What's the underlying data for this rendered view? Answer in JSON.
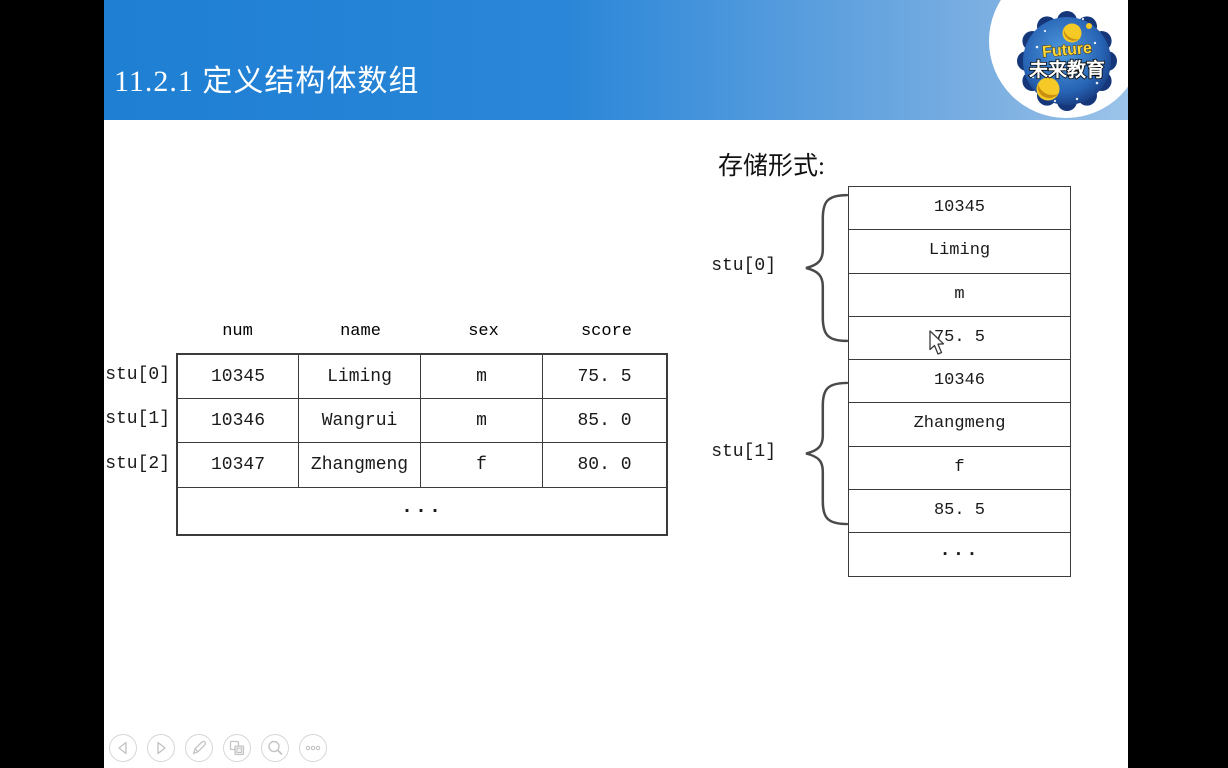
{
  "window": {
    "title": "11.2.1 定义结构体数组",
    "logo": {
      "brand_en": "Future",
      "brand_cn": "未来教育"
    }
  },
  "array_table": {
    "column_headers": [
      "num",
      "name",
      "sex",
      "score"
    ],
    "row_labels": [
      "stu[0]",
      "stu[1]",
      "stu[2]"
    ],
    "rows": [
      [
        "10345",
        "Liming",
        "m",
        "75. 5"
      ],
      [
        "10346",
        "Wangrui",
        "m",
        "85. 0"
      ],
      [
        "10347",
        "Zhangmeng",
        "f",
        "80. 0"
      ]
    ],
    "ellipsis_row": "···"
  },
  "storage_diagram": {
    "heading": "存储形式:",
    "groups": [
      {
        "label": "stu[0]",
        "cells": [
          "10345",
          "Liming",
          "m",
          "75. 5"
        ]
      },
      {
        "label": "stu[1]",
        "cells": [
          "10346",
          "Zhangmeng",
          "f",
          "85. 5"
        ]
      }
    ],
    "ellipsis_cell": "···"
  },
  "toolbar": {
    "buttons": [
      "previous",
      "next",
      "pen",
      "slides",
      "zoom",
      "more"
    ]
  },
  "colors": {
    "header_gradient_start": "#1e7fd3",
    "header_gradient_end": "#9cc4ea",
    "side_bars": "#000000",
    "table_border": "#3b3b3b",
    "toolbar_icon": "#c4c4c4",
    "logo_dark_blue": "#15377a",
    "logo_yellow": "#f5c926"
  }
}
